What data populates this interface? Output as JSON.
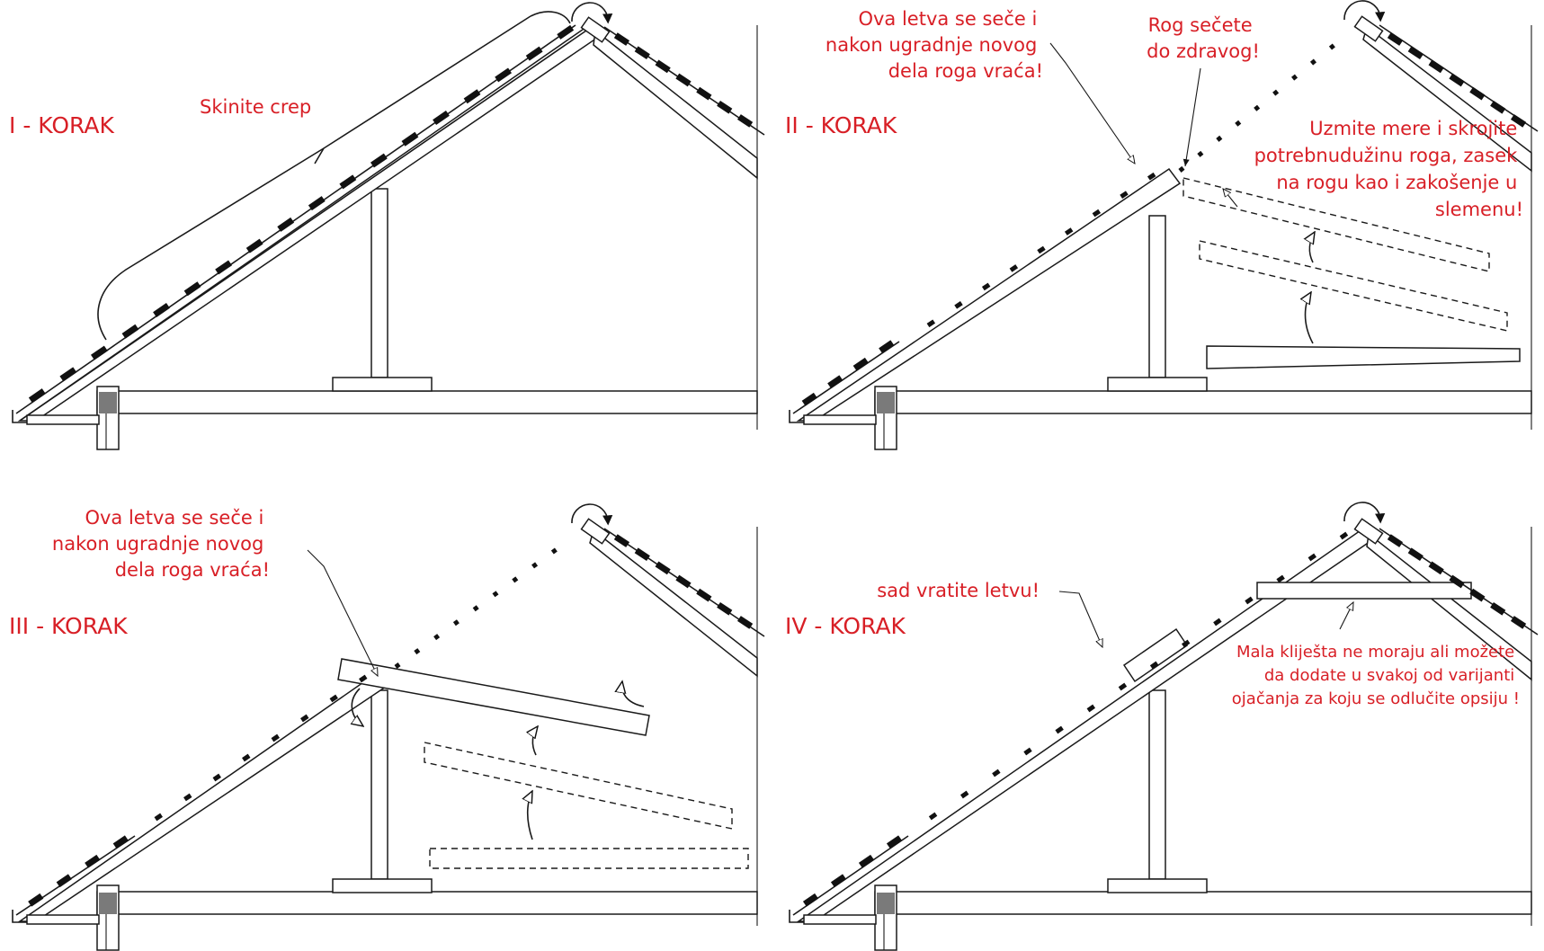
{
  "panels": [
    {
      "step_label": "I - KORAK",
      "notes": [
        {
          "lines": [
            "Skinite crep"
          ]
        }
      ]
    },
    {
      "step_label": "II - KORAK",
      "notes": [
        {
          "lines": [
            "Ova letva se seče i",
            "nakon ugradnje novog",
            "dela roga vraća!"
          ]
        },
        {
          "lines": [
            "Rog sečete",
            "do zdravog!"
          ]
        },
        {
          "lines": [
            "Uzmite mere i skrojite",
            "potrebnudužinu roga, zasek",
            "na rogu kao i zakošenje u",
            "slemenu!"
          ]
        }
      ]
    },
    {
      "step_label": "III - KORAK",
      "notes": [
        {
          "lines": [
            "Ova letva se seče i",
            "nakon ugradnje novog",
            "dela roga vraća!"
          ]
        }
      ]
    },
    {
      "step_label": "IV - KORAK",
      "notes": [
        {
          "lines": [
            "sad vratite  letvu!"
          ]
        },
        {
          "lines": [
            "Mala kliješta ne moraju ali možete",
            "da dodate u svakoj od varijanti",
            "ojačanja za koju se odlučite opsiju !"
          ]
        }
      ]
    }
  ]
}
